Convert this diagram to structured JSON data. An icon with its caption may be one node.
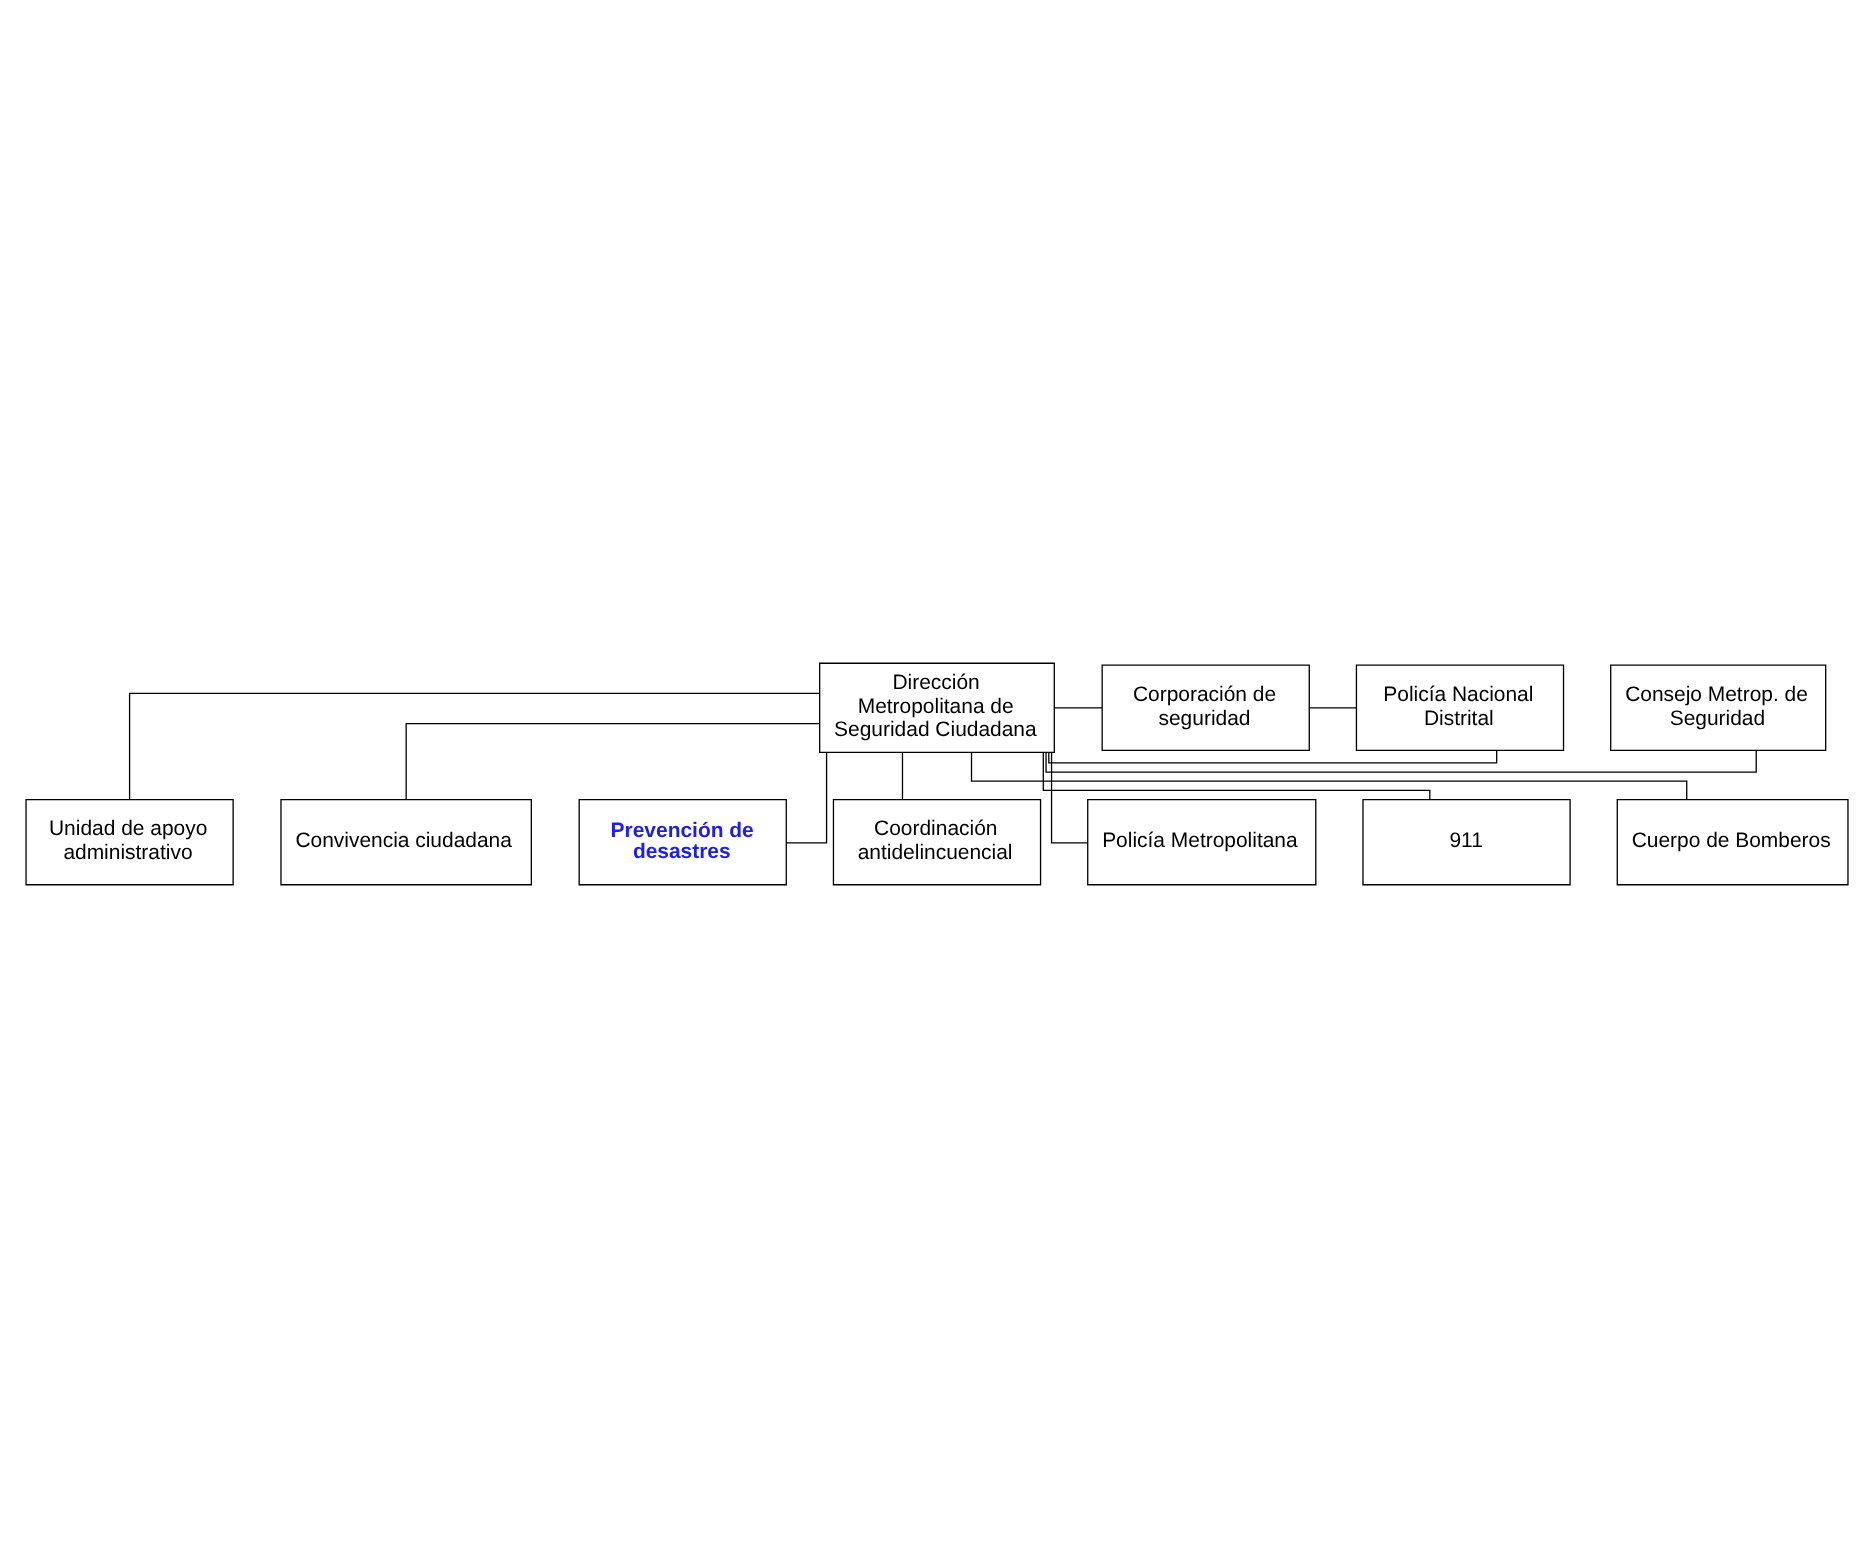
{
  "diagram": {
    "nodes": [
      {
        "text": [
          "Dirección Metropolitana de Seguridad Ciudadana"
        ]
      },
      {
        "text": [
          "Consejo Metrop. de Seguridad"
        ]
      },
      {
        "text": [
          "Corporación de seguridad"
        ]
      },
      {
        "text": [
          "Policía Nacional Distrital"
        ]
      },
      {
        "text": [
          "Unidad de apoyo administrativo"
        ]
      },
      {
        "text": [
          "Convivencia ciudadana"
        ]
      },
      {
        "text": [
          "Prevención de desastres"
        ]
      },
      {
        "text": [
          "Coordinación antidelincuencial"
        ]
      },
      {
        "text": [
          "Policía Metropolitana"
        ]
      },
      {
        "text": [
          "911"
        ]
      },
      {
        "text": [
          "Cuerpo de Bomberos"
        ]
      }
    ],
    "edges": [
      {
        "from": 0,
        "to": 1,
        "arrow": "none"
      },
      {
        "from": 0,
        "to": 2,
        "arrow": "none"
      },
      {
        "from": 0,
        "to": 3,
        "arrow": "none"
      },
      {
        "from": 2,
        "to": 3,
        "arrow": "none"
      },
      {
        "from": 0,
        "to": 4,
        "arrow": "none"
      },
      {
        "from": 0,
        "to": 5,
        "arrow": "none"
      },
      {
        "from": 0,
        "to": 6,
        "arrow": "none"
      },
      {
        "from": 0,
        "to": 7,
        "arrow": "none"
      },
      {
        "from": 0,
        "to": 8,
        "arrow": "none"
      },
      {
        "from": 0,
        "to": 9,
        "arrow": "none"
      },
      {
        "from": 0,
        "to": 10,
        "arrow": "none"
      }
    ]
  }
}
